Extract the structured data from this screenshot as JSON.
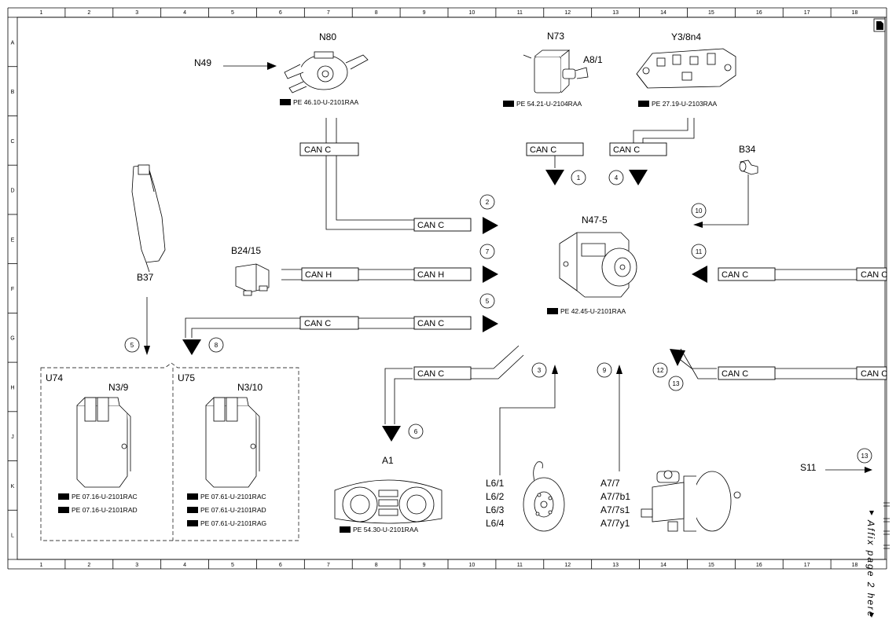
{
  "grid": {
    "columns": [
      "1",
      "2",
      "3",
      "4",
      "5",
      "6",
      "7",
      "8",
      "9",
      "10",
      "11",
      "12",
      "13",
      "14",
      "15",
      "16",
      "17",
      "18"
    ],
    "rows": [
      "A",
      "B",
      "C",
      "D",
      "E",
      "F",
      "G",
      "H",
      "J",
      "K",
      "L"
    ]
  },
  "components": {
    "n80": "N80",
    "n49": "N49",
    "n73": "N73",
    "a8_1": "A8/1",
    "y3": "Y3/8n4",
    "b34": "B34",
    "n47_5": "N47-5",
    "b24_15": "B24/15",
    "b37": "B37",
    "u74": "U74",
    "n3_9": "N3/9",
    "u75": "U75",
    "n3_10": "N3/10",
    "a1": "A1",
    "s11": "S11",
    "l6_list": [
      "L6/1",
      "L6/2",
      "L6/3",
      "L6/4"
    ],
    "a7_list": [
      "A7/7",
      "A7/7b1",
      "A7/7s1",
      "A7/7y1"
    ]
  },
  "refs": {
    "n80": "PE 46.10-U-2101RAA",
    "n73": "PE 54.21-U-2104RAA",
    "y3": "PE 27.19-U-2103RAA",
    "n47": "PE 42.45-U-2101RAA",
    "a1": "PE 54.30-U-2101RAA",
    "u74": [
      "PE 07.16-U-2101RAC",
      "PE 07.16-U-2101RAD"
    ],
    "u75": [
      "PE 07.61-U-2101RAC",
      "PE 07.61-U-2101RAD",
      "PE 07.61-U-2101RAG"
    ]
  },
  "bus": {
    "can_c": "CAN C",
    "can_h": "CAN H"
  },
  "markers": [
    "1",
    "2",
    "3",
    "4",
    "5",
    "5",
    "6",
    "7",
    "8",
    "9",
    "10",
    "11",
    "12",
    "13",
    "13"
  ],
  "affix": "Affix page 2 here"
}
